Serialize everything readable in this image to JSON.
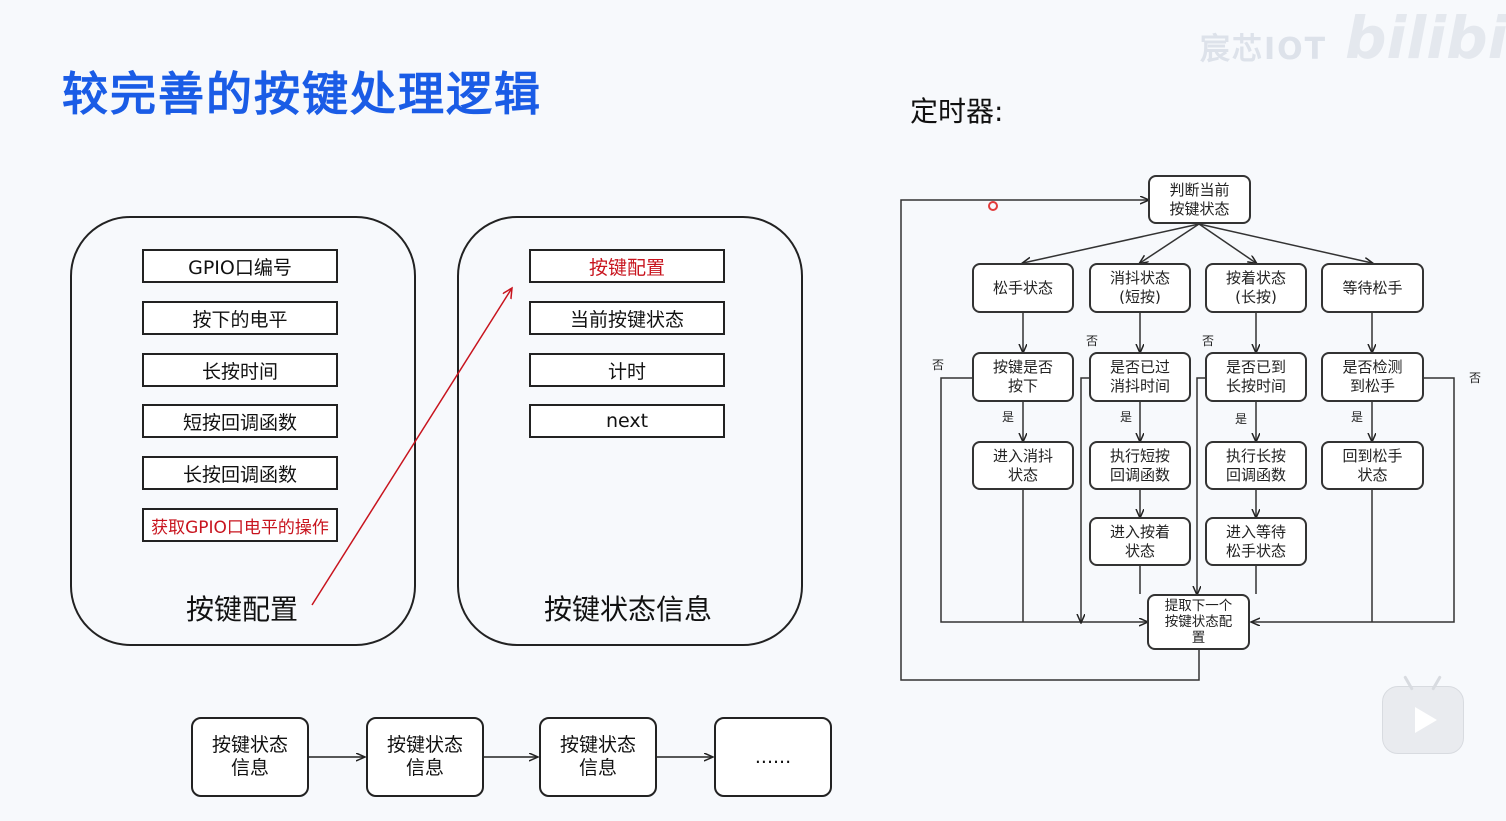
{
  "title": "较完善的按键处理逻辑",
  "watermark": {
    "text": "宸芯IOT",
    "logo": "bilibili"
  },
  "timer_label": "定时器:",
  "key_config_panel": {
    "caption": "按键配置",
    "fields": [
      "GPIO口编号",
      "按下的电平",
      "长按时间",
      "短按回调函数",
      "长按回调函数",
      "获取GPIO口电平的操作"
    ]
  },
  "key_state_panel": {
    "caption": "按键状态信息",
    "fields": [
      "按键配置",
      "当前按键状态",
      "计时",
      "next"
    ]
  },
  "chain": [
    "按键状态\n信息",
    "按键状态\n信息",
    "按键状态\n信息",
    "......"
  ],
  "flowchart": {
    "top": "判断当前\n按键状态",
    "states": [
      "松手状态",
      "消抖状态\n(短按)",
      "按着状态\n(长按)",
      "等待松手"
    ],
    "conditions": [
      "按键是否\n按下",
      "是否已过\n消抖时间",
      "是否已到\n长按时间",
      "是否检测\n到松手"
    ],
    "actions": [
      "进入消抖\n状态",
      "执行短按\n回调函数",
      "执行长按\n回调函数",
      "回到松手\n状态"
    ],
    "next_states": [
      "进入按着\n状态",
      "进入等待\n松手状态"
    ],
    "bottom": "提取下一个\n按键状态配\n置",
    "yes": "是",
    "no": "否"
  },
  "colors": {
    "title": "#1a5ce6",
    "highlight": "#c8141e"
  },
  "icons": {
    "play": "play-icon"
  }
}
